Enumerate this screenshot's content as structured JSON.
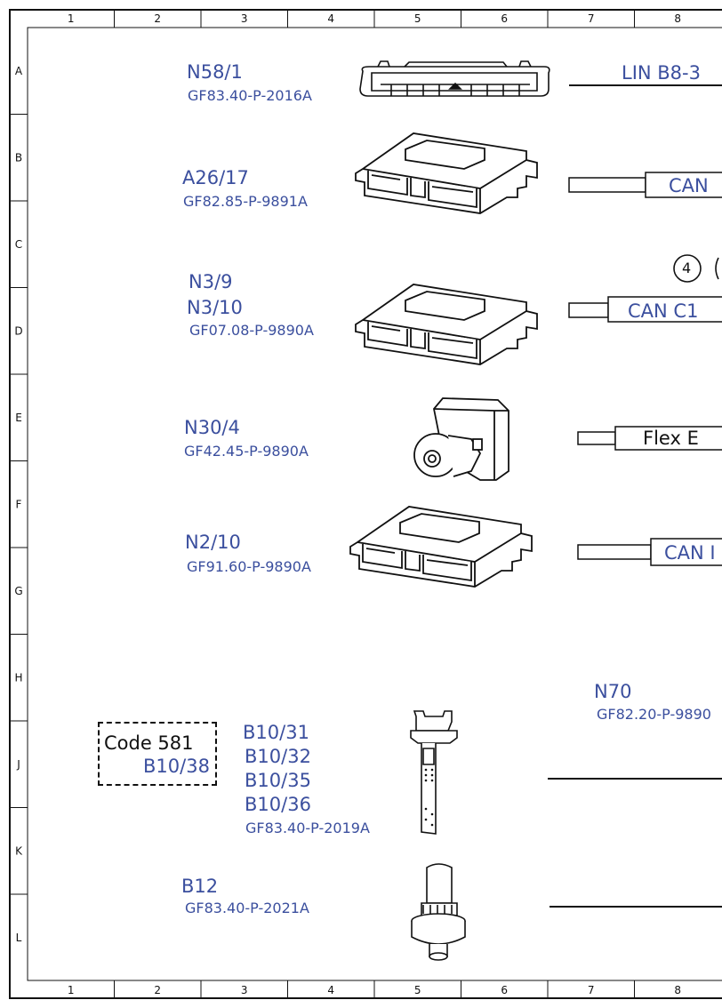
{
  "grid": {
    "columns": [
      "1",
      "2",
      "3",
      "4",
      "5",
      "6",
      "7",
      "8"
    ],
    "rows": [
      "A",
      "B",
      "C",
      "D",
      "E",
      "F",
      "G",
      "H",
      "J",
      "K",
      "L"
    ]
  },
  "components": [
    {
      "ids": [
        "N58/1"
      ],
      "doc": "GF83.40-P-2016A"
    },
    {
      "ids": [
        "A26/17"
      ],
      "doc": "GF82.85-P-9891A"
    },
    {
      "ids": [
        "N3/9",
        "N3/10"
      ],
      "doc": "GF07.08-P-9890A"
    },
    {
      "ids": [
        "N30/4"
      ],
      "doc": "GF42.45-P-9890A"
    },
    {
      "ids": [
        "N2/10"
      ],
      "doc": "GF91.60-P-9890A"
    },
    {
      "ids": [
        "N70"
      ],
      "doc": "GF82.20-P-9890"
    },
    {
      "ids": [
        "B10/31",
        "B10/32",
        "B10/35",
        "B10/36"
      ],
      "doc": "GF83.40-P-2019A"
    },
    {
      "ids": [
        "B12"
      ],
      "doc": "GF83.40-P-2021A"
    }
  ],
  "code_box": {
    "title": "Code 581",
    "id": "B10/38"
  },
  "buses": [
    "LIN B8-3",
    "CAN",
    "CAN C1",
    "Flex E",
    "CAN I"
  ],
  "marker": "4",
  "colors": {
    "label": "#3b4f9e",
    "line": "#111111"
  }
}
